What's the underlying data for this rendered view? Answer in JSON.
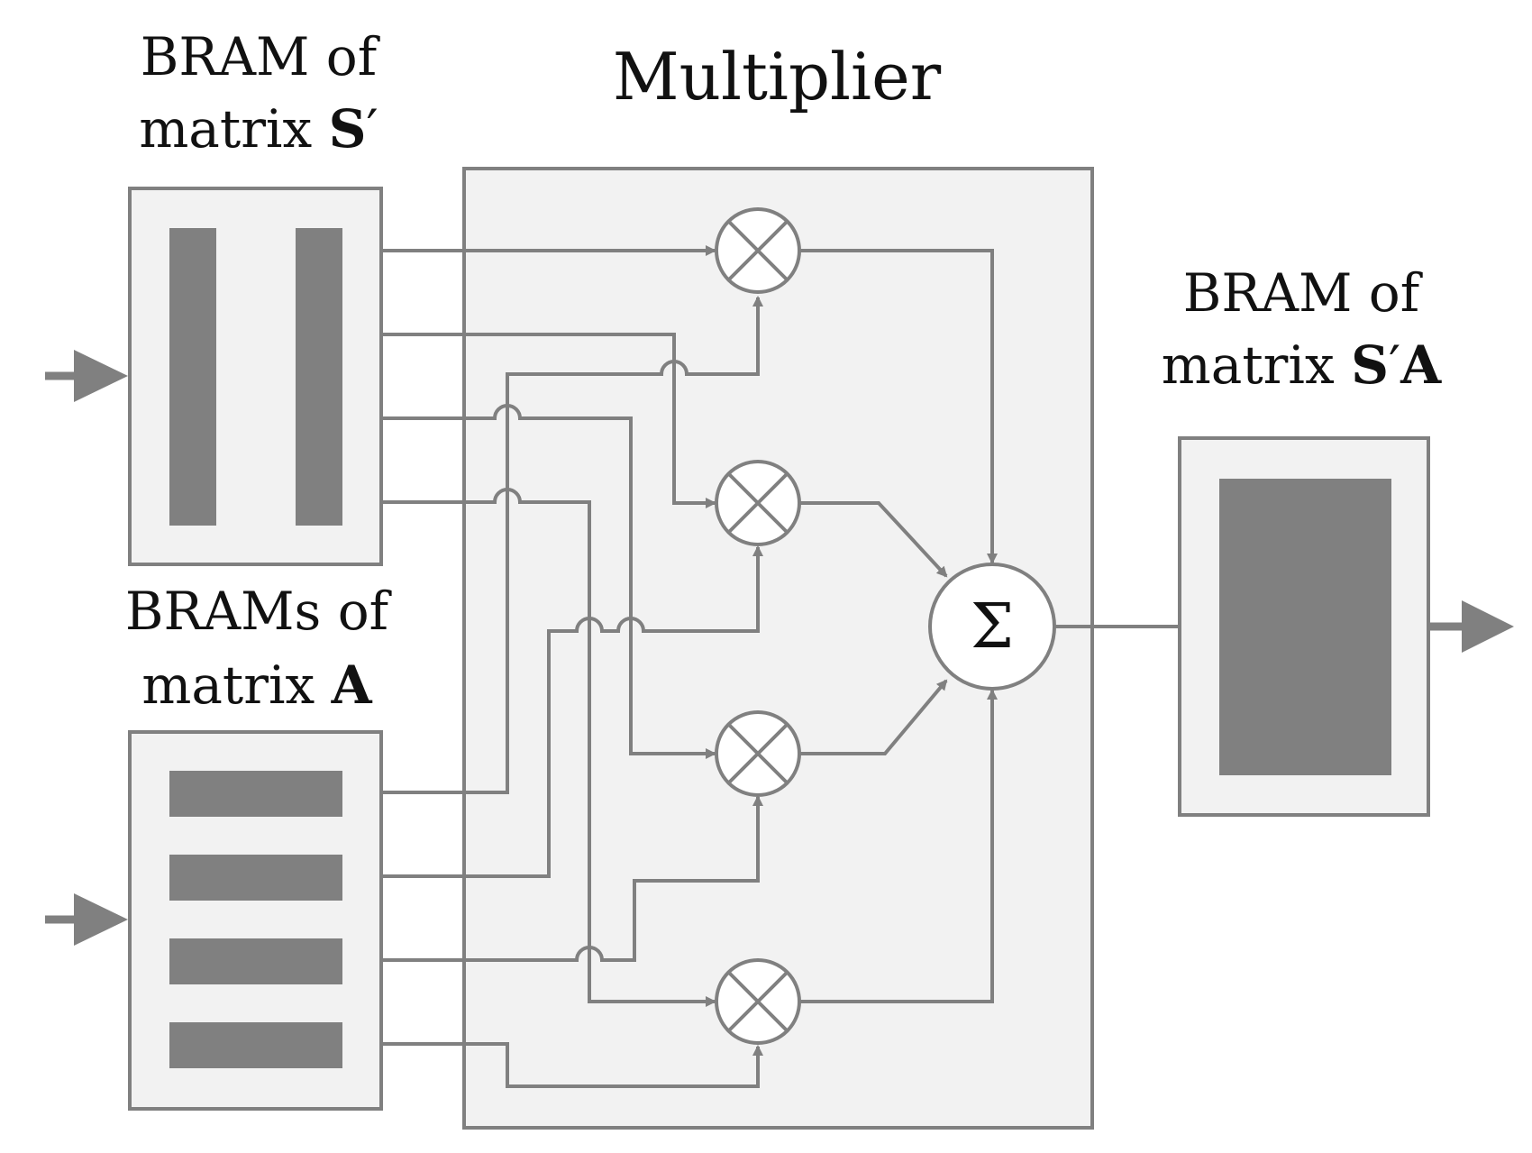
{
  "labels": {
    "bram_s_line1": "BRAM of",
    "bram_s_line2_prefix": "matrix ",
    "bram_s_symbol": "S",
    "bram_s_prime": "′",
    "multiplier_title": "Multiplier",
    "bram_a_line1": "BRAMs of",
    "bram_a_line2_prefix": "matrix ",
    "bram_a_symbol": "A",
    "bram_sa_line1": "BRAM of",
    "bram_sa_line2_prefix": "matrix ",
    "bram_sa_symbol_s": "S",
    "bram_sa_prime": "′",
    "bram_sa_symbol_a": "A",
    "sum_symbol": "Σ"
  },
  "colors": {
    "stroke": "#808080",
    "fill_light": "#f2f2f2",
    "text": "#111111"
  }
}
